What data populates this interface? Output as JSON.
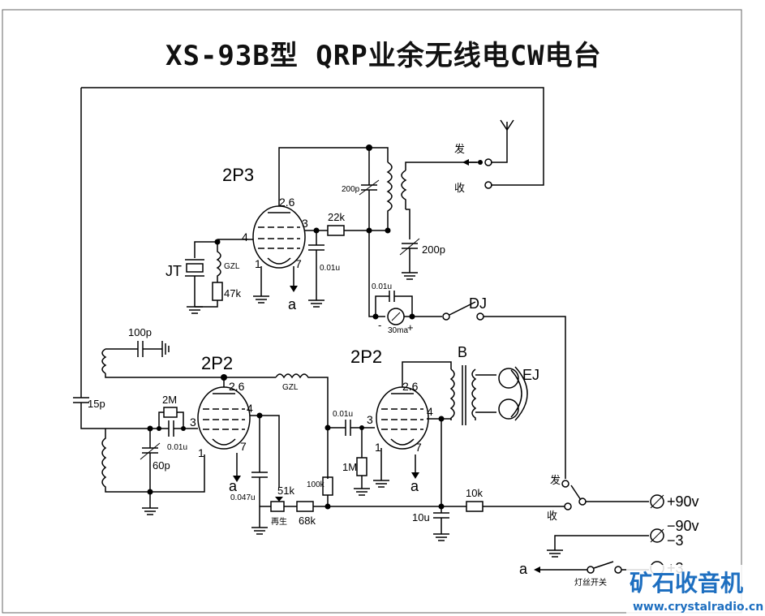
{
  "title": "XS-93B型 QRP业余无线电CW电台",
  "tubes": {
    "top": "2P3",
    "left": "2P2",
    "right": "2P2"
  },
  "pins": {
    "top": {
      "p26": "2.6",
      "p3": "3",
      "p4": "4",
      "p1": "1",
      "p7": "7"
    },
    "left": {
      "p26": "2.6",
      "p3": "3",
      "p4": "4",
      "p1": "1",
      "p7": "7"
    },
    "right": {
      "p26": "2.6",
      "p3": "3",
      "p4": "4",
      "p1": "1",
      "p7": "7"
    }
  },
  "components": {
    "c200p_a": "200p",
    "c200p_b": "200p",
    "r22k": "22k",
    "c001_top": "0.01u",
    "c001_meter": "0.01u",
    "jt": "JT",
    "gzl_top": "GZL",
    "r47k": "47k",
    "meter": "30ma",
    "meter_minus": "-",
    "meter_plus": "+",
    "dj": "DJ",
    "c100p": "100p",
    "gzl_mid": "GZL",
    "c15p": "15p",
    "r2m": "2M",
    "c001_grid": "0.01u",
    "c60p": "60p",
    "c0047": "0.047u",
    "r51k": "51k",
    "regen": "再生",
    "r68k": "68k",
    "r100k": "100k",
    "c001_couple": "0.01u",
    "r1m": "1M",
    "c10u": "10u",
    "r10k": "10k",
    "transformer": "B",
    "ej": "EJ"
  },
  "switches": {
    "tx": "发",
    "rx": "收",
    "tx2": "发",
    "rx2": "收",
    "filament": "灯丝开关"
  },
  "supply": {
    "plus90": "+90v",
    "minus90": "−90v",
    "minus3": "−3",
    "plus3": "+3"
  },
  "filament_tap": "a",
  "watermark": {
    "logo": "矿石收音机",
    "url": "www.crystalradio.cn"
  }
}
